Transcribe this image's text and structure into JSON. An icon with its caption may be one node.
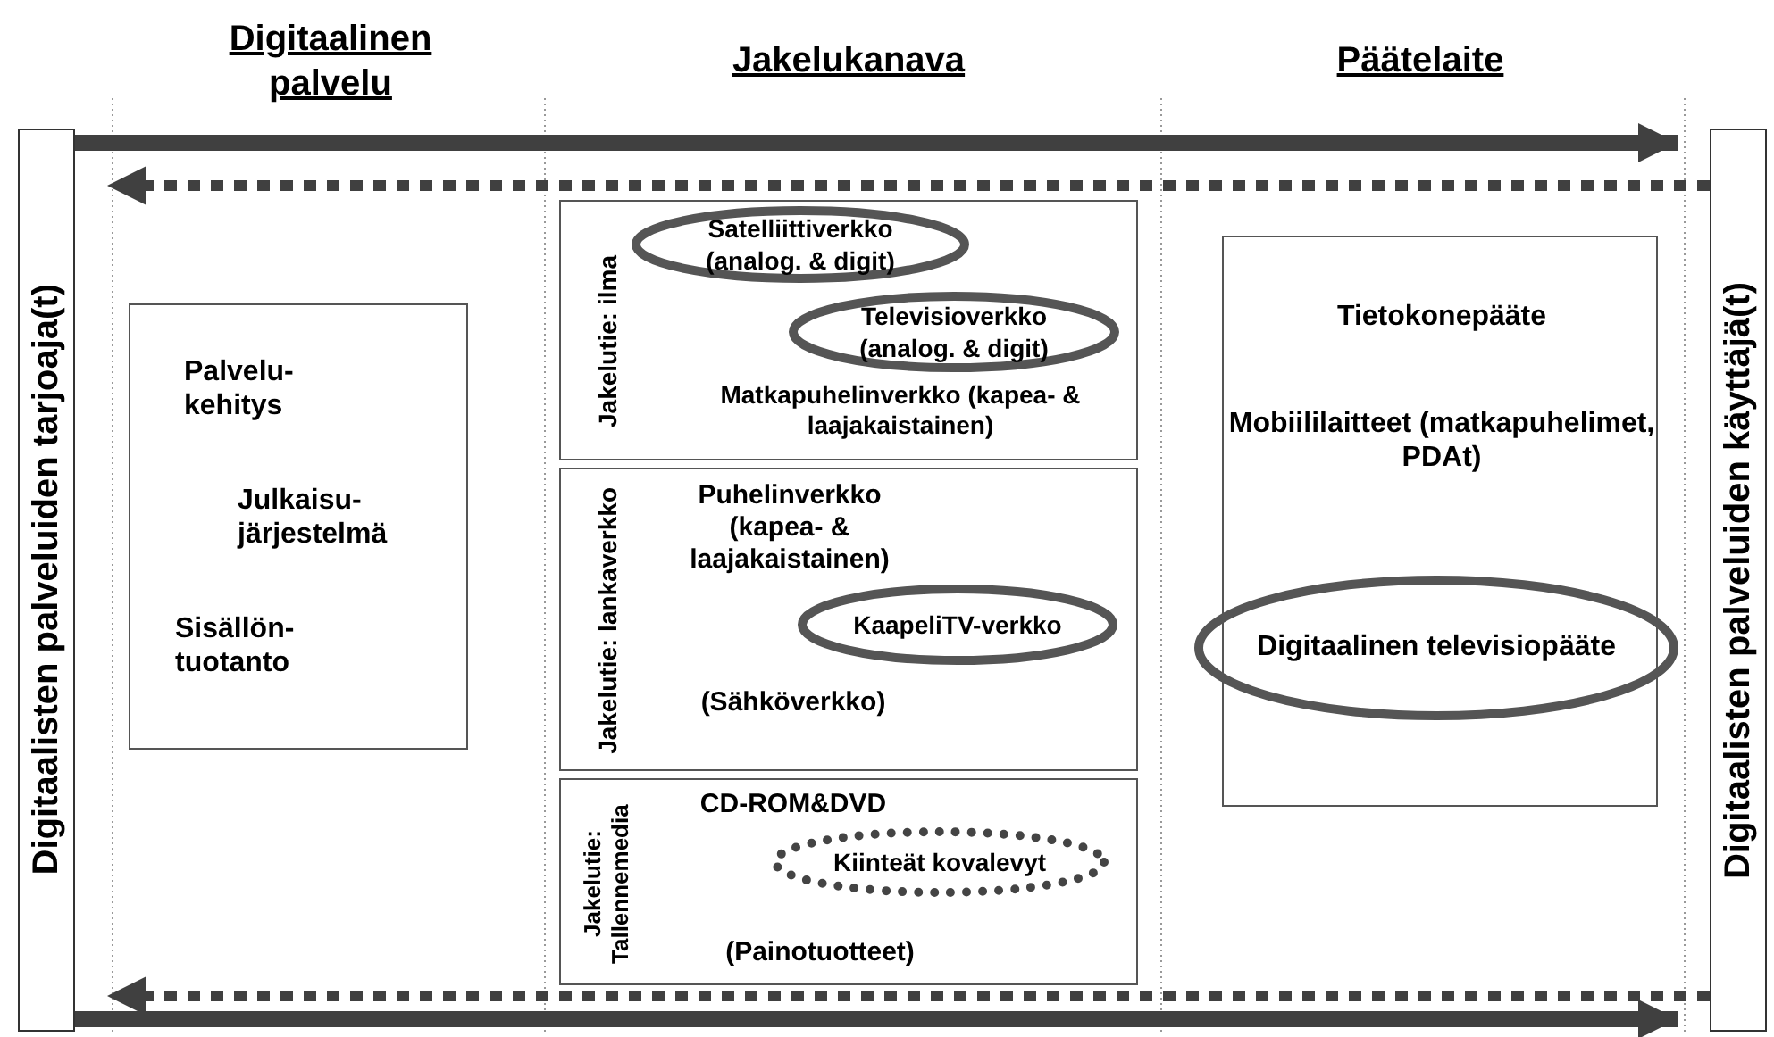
{
  "diagram": {
    "nodes": [
      {
        "text": [
          "Digitaalisten palveluiden tarjoaja(t)"
        ]
      },
      {
        "text": [
          "Digitaalisten palveluiden käyttäjä(t)"
        ]
      },
      {
        "text": [
          "Palvelu- kehitys",
          "Julkaisu- järjestelmä",
          "Sisällön- tuotanto"
        ]
      },
      {
        "text": [
          "Jakelutie: ilma",
          "Matkapuhelinverkko (kapea- & laajakaistainen)"
        ]
      },
      {
        "text": [
          "Satelliittiverkko (analog. & digit)"
        ],
        "in": 3
      },
      {
        "text": [
          "Televisioverkko (analog. & digit)"
        ],
        "in": 3
      },
      {
        "text": [
          "Jakelutie: lankaverkko",
          "Puhelinverkko (kapea- & laajakaistainen)",
          "(Sähköverkko)"
        ]
      },
      {
        "text": [
          "KaapeliTV-verkko"
        ],
        "in": 6
      },
      {
        "text": [
          "Jakelutie: Tallennemedia",
          "CD-ROM&DVD",
          "(Painotuotteet)"
        ]
      },
      {
        "text": [
          "Kiinteät kovalevyt"
        ],
        "in": 8
      },
      {
        "text": [
          "Tietokonepääte",
          "Mobiililaitteet (matkapuhelimet, PDAt)"
        ]
      },
      {
        "text": [
          "Digitaalinen televisiopääte"
        ]
      }
    ],
    "edges": [
      {
        "from": 0,
        "to": 1,
        "arrow": "to"
      },
      {
        "from": 1,
        "to": 0,
        "arrow": "to",
        "style": "dashed"
      },
      {
        "from": 1,
        "to": 0,
        "arrow": "to",
        "style": "dashed"
      },
      {
        "from": 0,
        "to": 1,
        "arrow": "to"
      }
    ],
    "labels": [
      "Digitaalinen palvelu",
      "Jakelukanava",
      "Päätelaite"
    ]
  }
}
